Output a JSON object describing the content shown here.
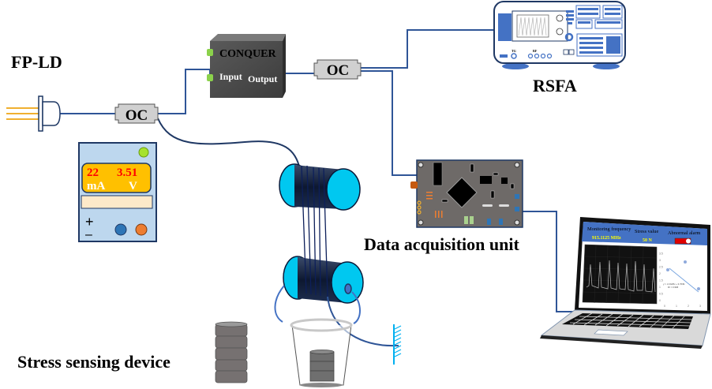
{
  "labels": {
    "fp_ld": "FP-LD",
    "rsfa": "RSFA",
    "data_acquisition": "Data acquisition unit",
    "stress_sensing": "Stress sensing device"
  },
  "coupler_label": "OC",
  "conquer": {
    "title": "CONQUER",
    "input": "Input",
    "output": "Output"
  },
  "power_supply": {
    "current_value": "22",
    "current_unit": "mA",
    "voltage_value": "3.51",
    "voltage_unit": "V",
    "plus": "+",
    "minus": "–"
  },
  "rsfa_ports": {
    "tg": "TG",
    "rf": "RF"
  },
  "laptop_screen": {
    "monitoring_label": "Monitoring frequency",
    "monitoring_value": "915.1125 MHz",
    "stress_label": "Stress value",
    "stress_value": "50 N",
    "alarm_label": "Abnormal alarm",
    "fit_equation": "y = -0.9125x + 3.7639",
    "fit_r2": "R² = 0.968",
    "y_ticks": [
      "0",
      "0.5",
      "1",
      "1.5",
      "2",
      "2.5",
      "3",
      "3.5"
    ],
    "x_ticks": [
      "0",
      "1",
      "2",
      "3"
    ]
  },
  "colors": {
    "fiber": "#2f5597",
    "fiber_dark": "#1f3864",
    "coupler_fill": "#d0d0d0",
    "spool_cyan": "#00c8f0",
    "spool_body": "#1a2a4a",
    "laser_pins": "#f0b030",
    "display_orange": "#ffc000",
    "display_red": "#ff0000",
    "psu_bg": "#bdd7ee",
    "screen_header": "#4472c4",
    "pcb": "#6e6a68",
    "alarm_red": "#e00000"
  }
}
